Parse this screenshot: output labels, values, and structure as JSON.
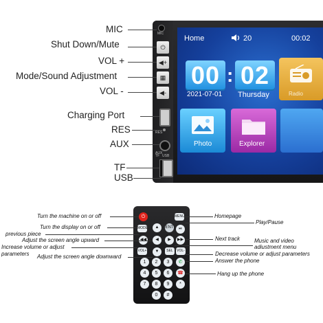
{
  "head_unit": {
    "labels": {
      "mic": "MIC",
      "shut_down_mute": "Shut Down/Mute",
      "vol_plus": "VOL +",
      "mode_sound": "Mode/Sound Adjustment",
      "vol_minus": "VOL -",
      "charging_port": "Charging Port",
      "res": "RES",
      "aux": "AUX",
      "tf": "TF",
      "usb": "USB"
    },
    "panel_marks": {
      "mic": "MIC",
      "res": "RES",
      "aux": "AUX",
      "tf": "TF",
      "usb": "USB"
    },
    "screen": {
      "home": "Home",
      "volume": "20",
      "time": "00:02",
      "clock_hours": "00",
      "clock_minutes": "02",
      "clock_colon": ":",
      "date": "2021-07-01",
      "day": "Thursday",
      "tiles": {
        "radio": "Radio",
        "photo": "Photo",
        "explorer": "Explorer"
      }
    }
  },
  "remote": {
    "labels": {
      "turn_on_off": "Turn the machine on or off",
      "turn_display": "Turn the display on or off",
      "previous_piece": "previous piece",
      "adjust_up": "Adjust the screen angle upward",
      "increase_volume": "Increase volume or adjust",
      "parameters": "parameters",
      "adjust_down": "Adjust the screen angle downward",
      "homepage": "Homepage",
      "play_pause": "Play/Pause",
      "next_track": "Next track",
      "music_video_1": "Music and video",
      "music_video_2": "adiustment menu",
      "decrease_volume": "Decrease volume or adjust parameters",
      "answer": "Answer the phone",
      "hangup": "Hang up the phone"
    },
    "keys": {
      "power": "⏻",
      "menu": "MENU",
      "mode": "MODE",
      "up": "▲",
      "down": "▼",
      "ent": "ENT ▶II",
      "prev": "◀◀",
      "next": "▶▶",
      "vol_plus": "VOL+",
      "vol_minus": "VOL-",
      "sel": "SEL",
      "digits": [
        "1",
        "2",
        "3",
        "4",
        "5",
        "6",
        "7",
        "8",
        "9",
        "*",
        "0",
        "#"
      ]
    }
  }
}
